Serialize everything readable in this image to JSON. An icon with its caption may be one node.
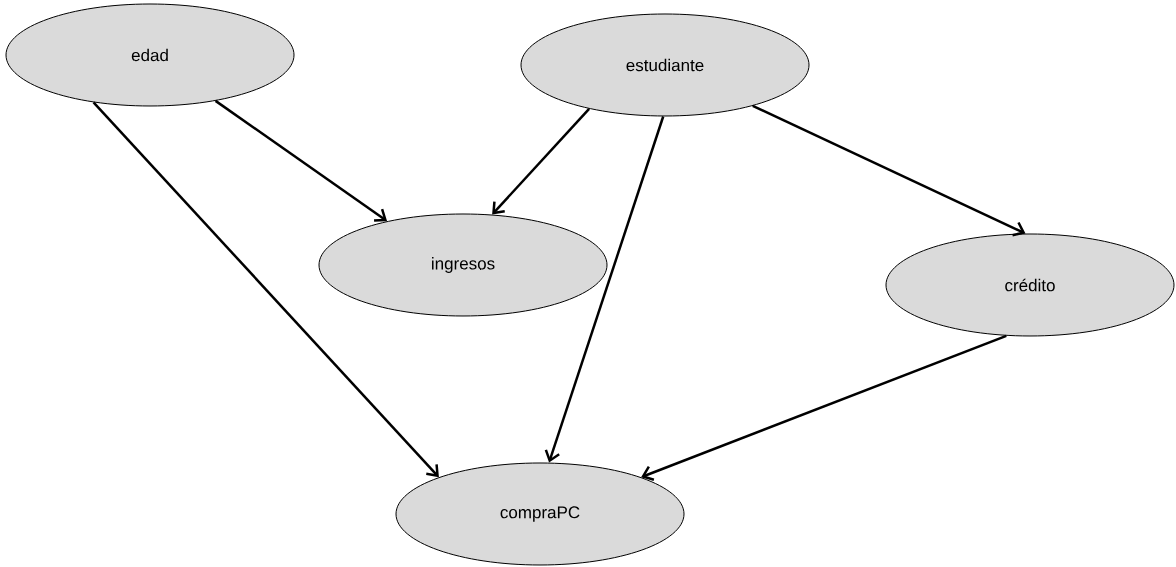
{
  "diagram": {
    "nodes": [
      {
        "text": [
          "edad"
        ]
      },
      {
        "text": [
          "estudiante"
        ]
      },
      {
        "text": [
          "ingresos"
        ]
      },
      {
        "text": [
          "crédito"
        ]
      },
      {
        "text": [
          "compraPC"
        ]
      }
    ],
    "edges": [
      {
        "from": 0,
        "to": 2,
        "arrow": "to"
      },
      {
        "from": 0,
        "to": 4,
        "arrow": "to"
      },
      {
        "from": 1,
        "to": 2,
        "arrow": "to"
      },
      {
        "from": 1,
        "to": 4,
        "arrow": "to"
      },
      {
        "from": 1,
        "to": 3,
        "arrow": "to"
      },
      {
        "from": 3,
        "to": 4,
        "arrow": "to"
      }
    ]
  }
}
